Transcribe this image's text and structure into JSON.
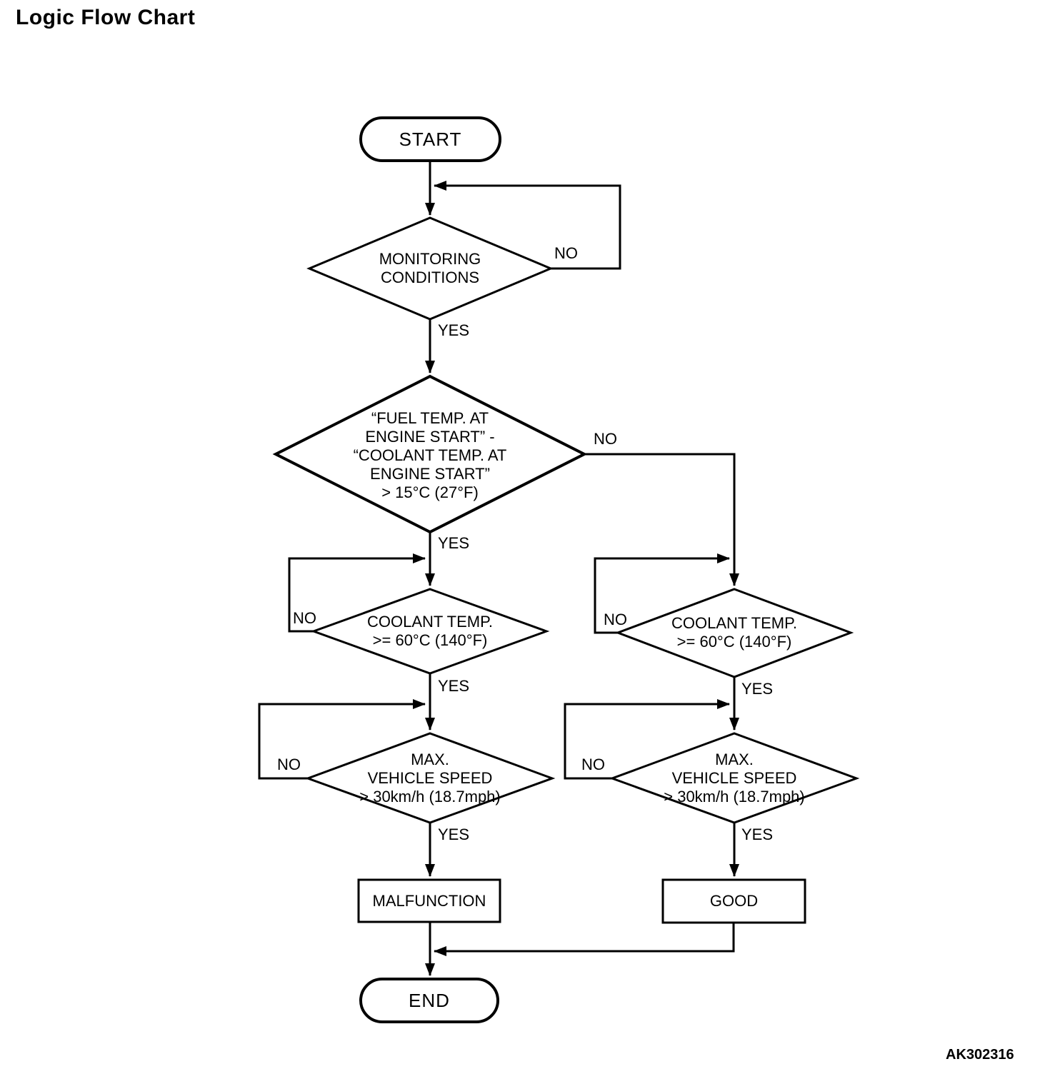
{
  "title": "Logic Flow Chart",
  "figure_code": "AK302316",
  "nodes": {
    "start": "START",
    "monitoring": "MONITORING\nCONDITIONS",
    "fuel_delta": "“FUEL TEMP. AT\nENGINE START” -\n“COOLANT TEMP. AT\nENGINE START”\n> 15°C (27°F)",
    "coolant_left": "COOLANT TEMP.\n>= 60°C (140°F)",
    "coolant_right": "COOLANT TEMP.\n>= 60°C (140°F)",
    "speed_left": "MAX.\nVEHICLE SPEED\n> 30km/h (18.7mph)",
    "speed_right": "MAX.\nVEHICLE SPEED\n> 30km/h (18.7mph)",
    "malfunction": "MALFUNCTION",
    "good": "GOOD",
    "end": "END"
  },
  "edge_labels": {
    "monitoring_no": "NO",
    "monitoring_yes": "YES",
    "fuel_no": "NO",
    "fuel_yes": "YES",
    "coolant_left_no": "NO",
    "coolant_left_yes": "YES",
    "speed_left_no": "NO",
    "speed_left_yes": "YES",
    "coolant_right_no": "NO",
    "coolant_right_yes": "YES",
    "speed_right_no": "NO",
    "speed_right_yes": "YES"
  },
  "colors": {
    "line": "#000000",
    "background": "#ffffff"
  }
}
